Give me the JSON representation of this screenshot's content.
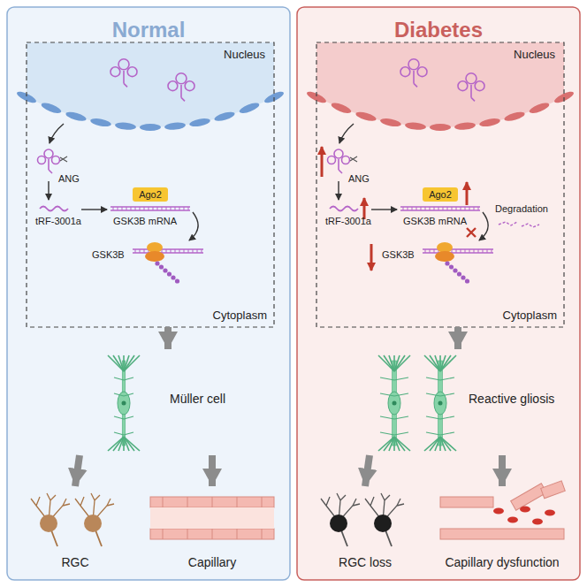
{
  "diagram": {
    "nodes": [
      {
        "text": [
          "Normal"
        ]
      },
      {
        "text": [
          "Cytoplasm"
        ],
        "in": 0
      },
      {
        "text": [
          "Nucleus"
        ],
        "in": 1
      },
      {
        "text": [
          "Müller cell"
        ],
        "in": 0
      },
      {
        "text": [
          "RGC"
        ],
        "in": 0
      },
      {
        "text": [
          "Capillary"
        ],
        "in": 0
      },
      {
        "text": [
          "Diabetes"
        ]
      },
      {
        "text": [
          "Cytoplasm"
        ],
        "in": 6
      },
      {
        "text": [
          "Nucleus"
        ],
        "in": 7
      },
      {
        "text": [
          "Reactive gliosis"
        ],
        "in": 6
      },
      {
        "text": [
          "RGC loss"
        ],
        "in": 6
      },
      {
        "text": [
          "Capillary dysfunction"
        ],
        "in": 6
      }
    ],
    "edges": [
      {
        "from": 1,
        "to": 3,
        "arrow": "to"
      },
      {
        "from": 3,
        "to": 4,
        "arrow": "to"
      },
      {
        "from": 3,
        "to": 5,
        "arrow": "to"
      },
      {
        "from": 7,
        "to": 9,
        "arrow": "to"
      },
      {
        "from": 9,
        "to": 10,
        "arrow": "to"
      },
      {
        "from": 9,
        "to": 11,
        "arrow": "to"
      }
    ],
    "labels": [
      "ANG",
      "tRF-3001a",
      "Ago2",
      "GSK3B mRNA",
      "GSK3B",
      "ANG",
      "tRF-3001a",
      "Ago2",
      "GSK3B mRNA",
      "Degradation",
      "GSK3B"
    ]
  }
}
